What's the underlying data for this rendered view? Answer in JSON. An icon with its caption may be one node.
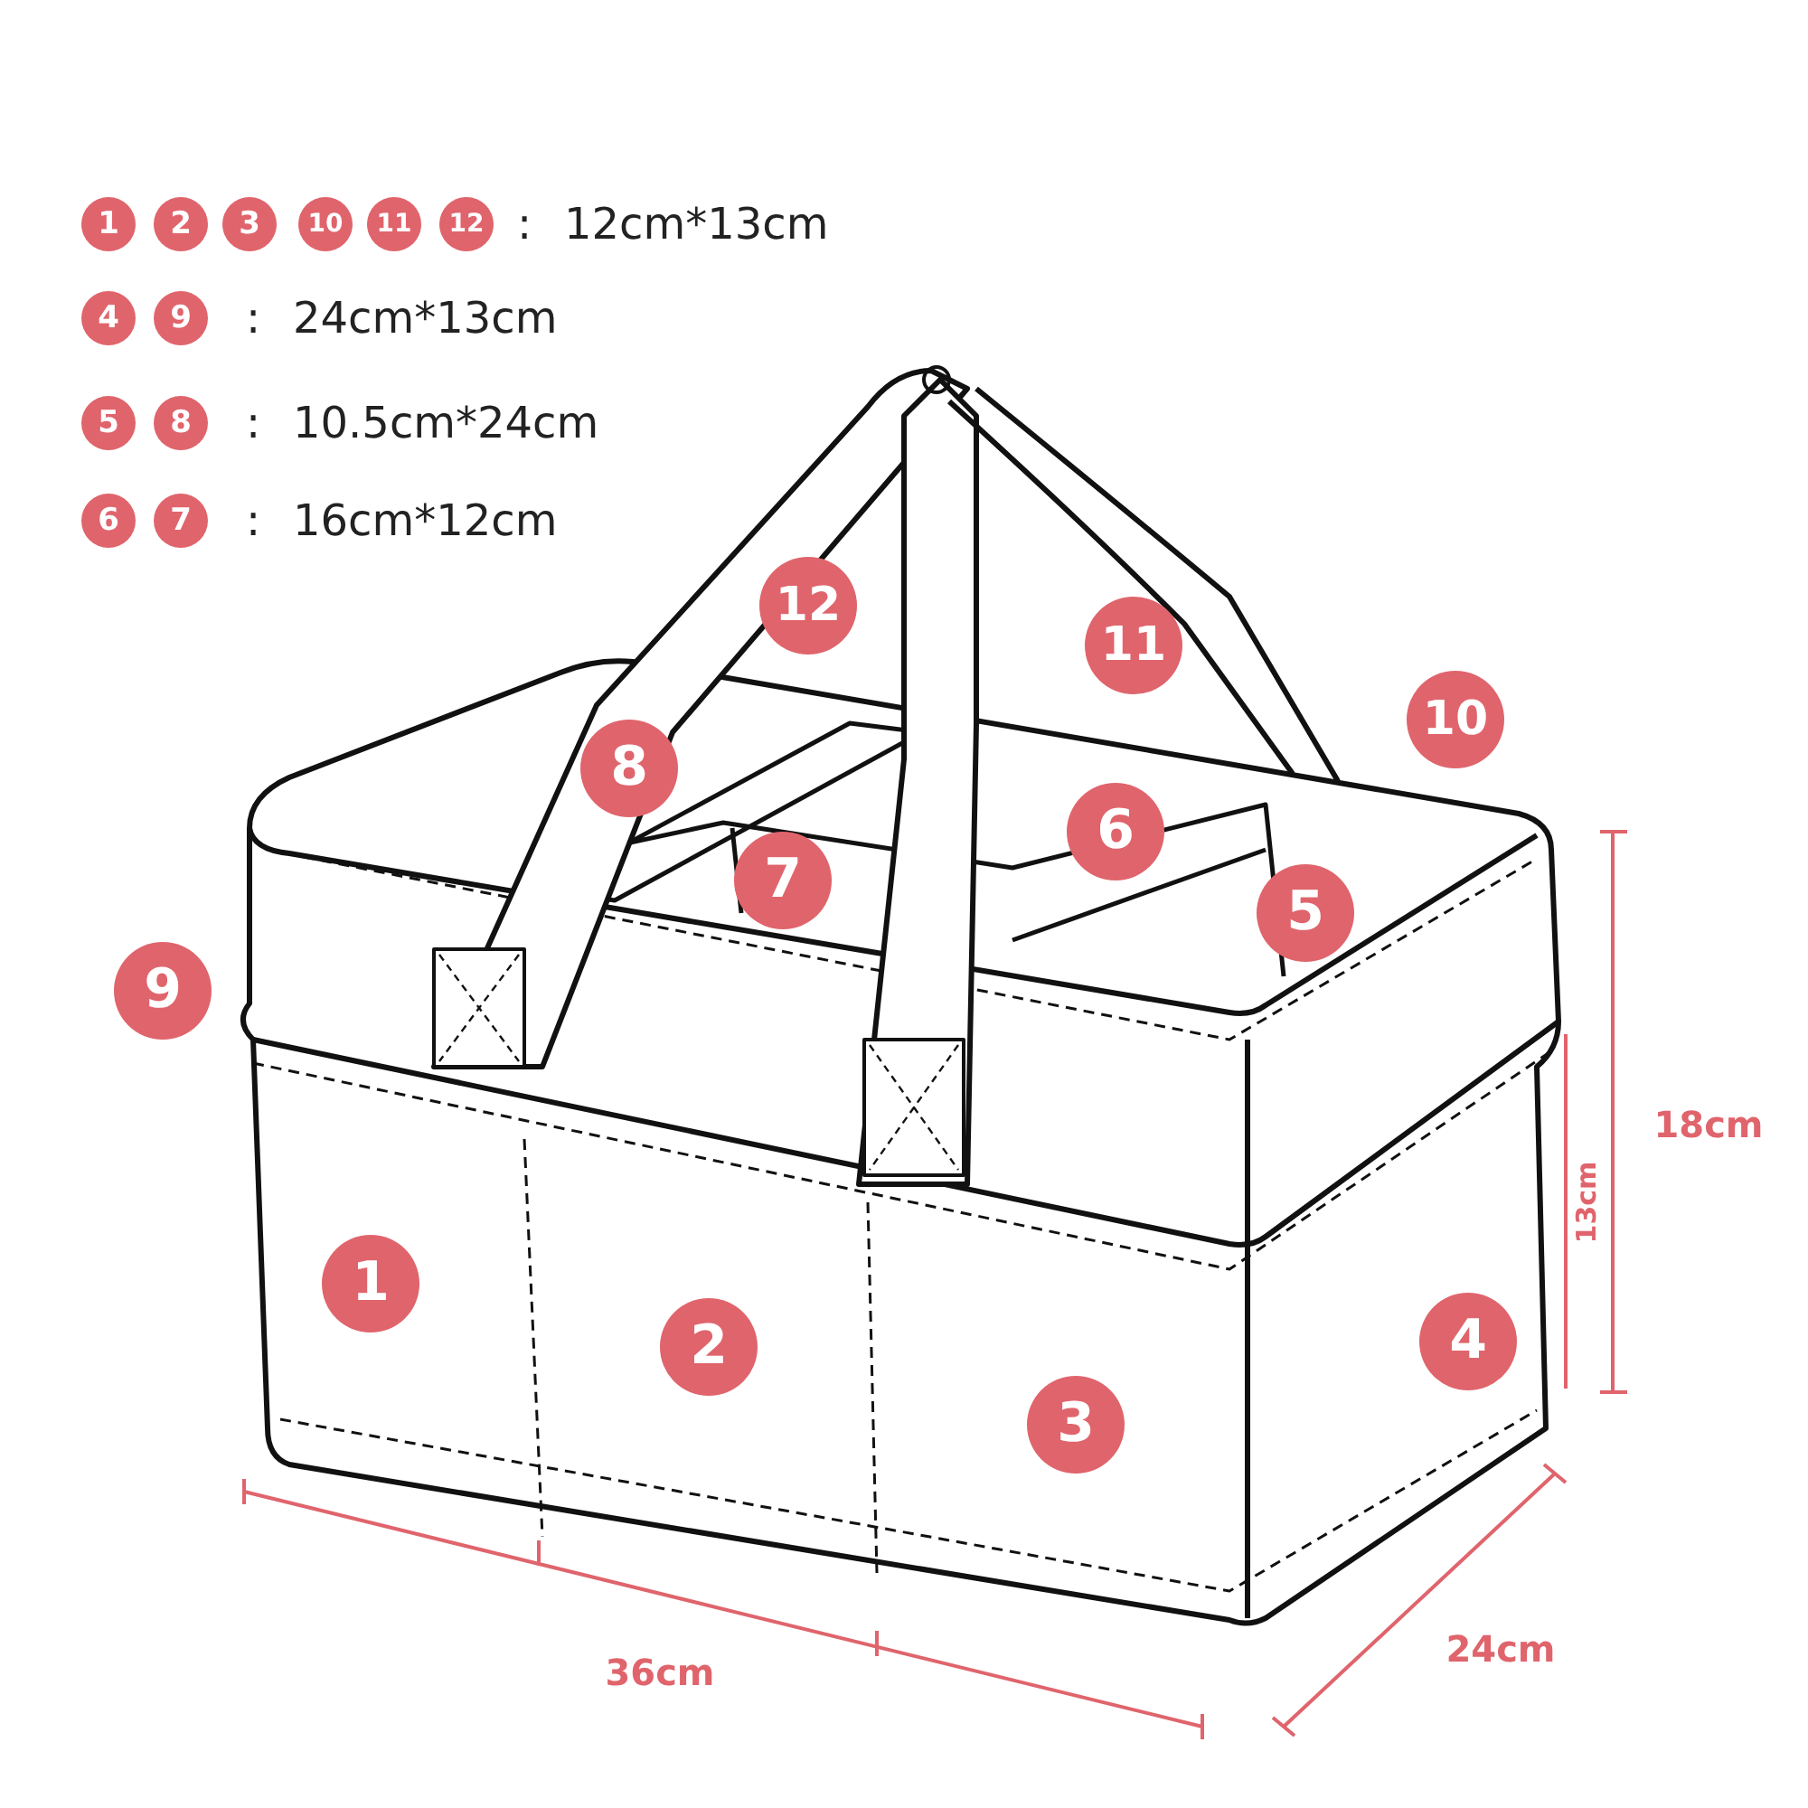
{
  "diagram": {
    "labels": [
      "1",
      "2",
      "3",
      "10",
      "11",
      "12",
      ":",
      "12cm*13cm",
      "4",
      "9",
      ":",
      "24cm*13cm",
      "5",
      "8",
      ":",
      "10.5cm*24cm",
      "6",
      "7",
      ":",
      "16cm*12cm",
      "12",
      "11",
      "10",
      "8",
      "6",
      "7",
      "5",
      "9",
      "18cm",
      "13cm",
      "1",
      "2",
      "4",
      "3",
      "36cm",
      "24cm"
    ]
  }
}
